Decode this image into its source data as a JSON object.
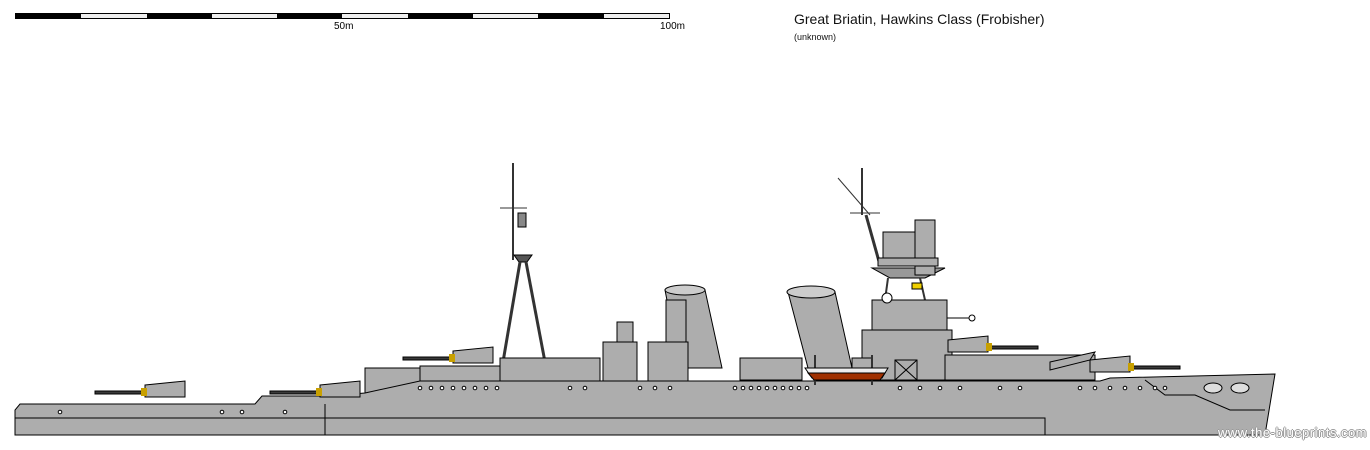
{
  "scale_bar": {
    "segments": 10,
    "mid_label": "50m",
    "end_label": "100m"
  },
  "header": {
    "title": "Great Briatin, Hawkins Class (Frobisher)",
    "subtitle": "(unknown)"
  },
  "watermark": "www.the-blueprints.com",
  "colors": {
    "hull": "#adadad",
    "outline": "#000000",
    "gun": "#3a3a3a",
    "brass": "#c8a000",
    "boat_hull": "#a03000"
  }
}
